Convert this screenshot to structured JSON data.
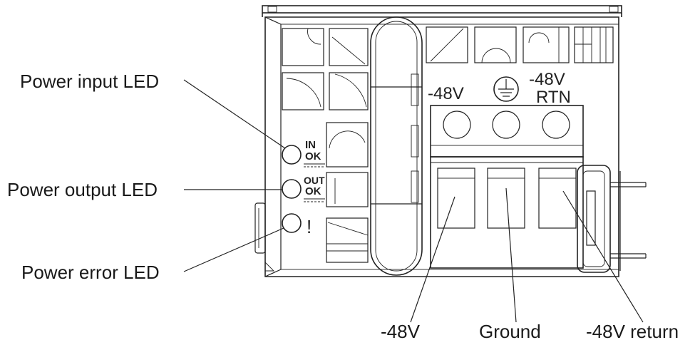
{
  "callouts": {
    "power_input_led": "Power input LED",
    "power_output_led": "Power output LED",
    "power_error_led": "Power error LED",
    "minus_48v": "-48V",
    "ground": "Ground",
    "minus_48v_return": "-48V return"
  },
  "panel_marks": {
    "in_line1": "IN",
    "in_line2": "OK",
    "out_line1": "OUT",
    "out_line2": "OK",
    "error_mark": "!",
    "terminal_left": "-48V",
    "terminal_right_line1": "-48V",
    "terminal_right_line2": "RTN"
  }
}
